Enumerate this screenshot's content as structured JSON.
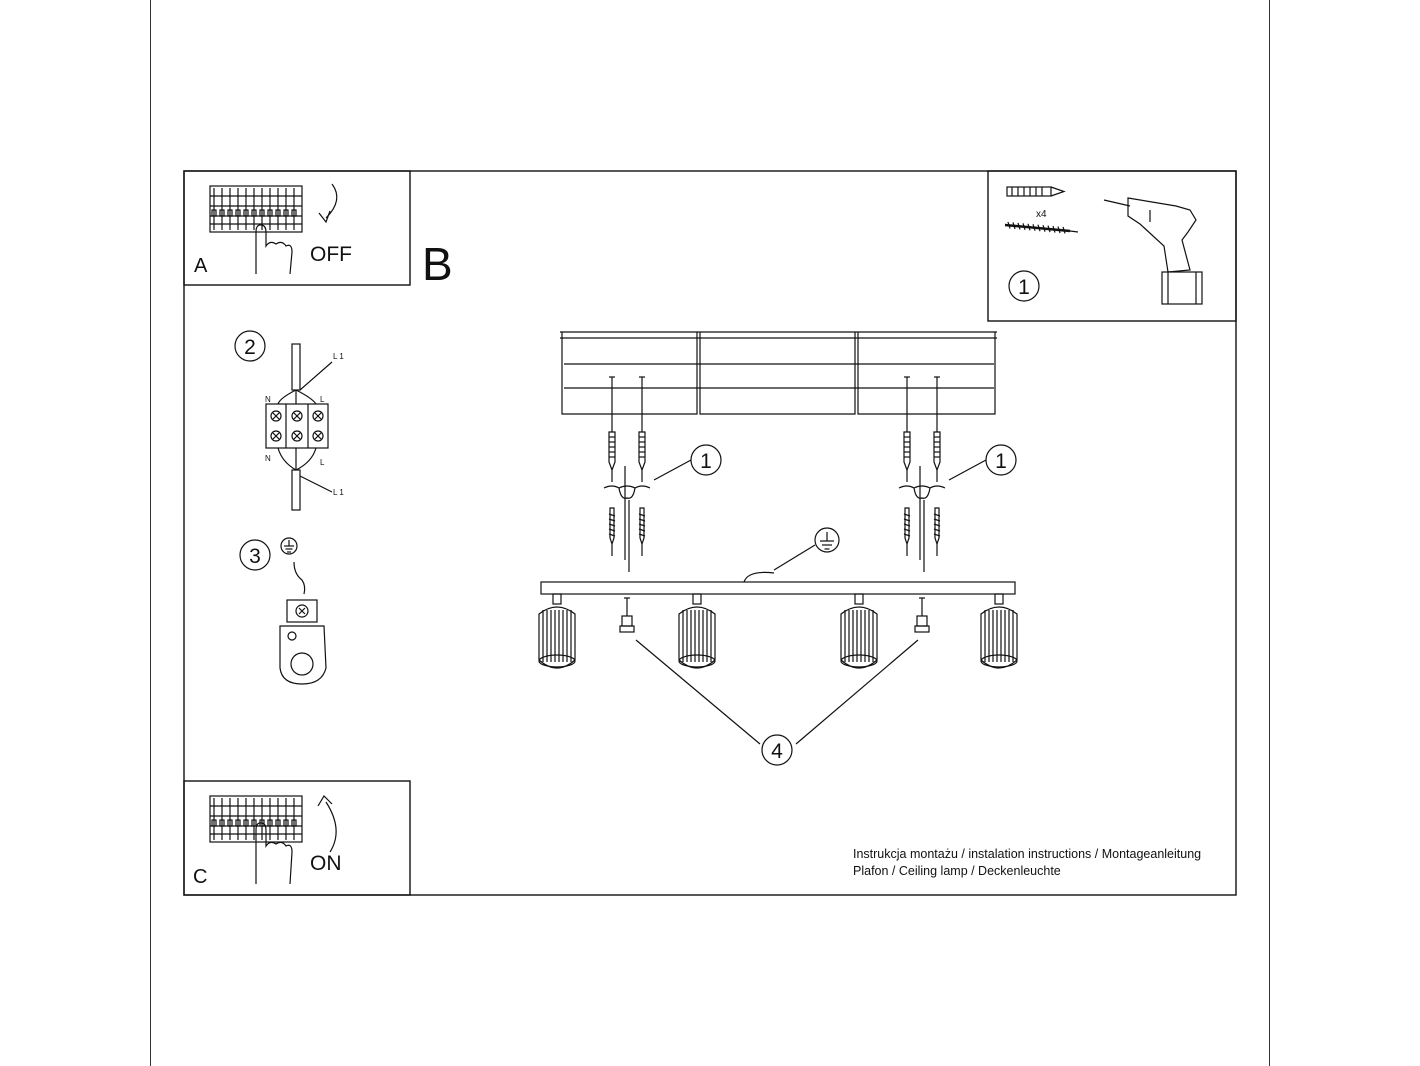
{
  "panels": {
    "a": {
      "letter": "A",
      "action": "OFF"
    },
    "b": {
      "letter": "B"
    },
    "c": {
      "letter": "C",
      "action": "ON"
    }
  },
  "tools": {
    "multiplier": "x4",
    "step": "1"
  },
  "wiring": {
    "step": "2",
    "labels": {
      "l1_top": "L 1",
      "l1_bottom": "L 1",
      "n_top": "N",
      "n_bottom": "N",
      "l_top": "L",
      "l_bottom": "L"
    }
  },
  "ground": {
    "step": "3"
  },
  "assembly": {
    "left_step": "1",
    "right_step": "1",
    "bottom_step": "4"
  },
  "caption": {
    "line1": "Instrukcja montażu / instalation instructions / Montageanleitung",
    "line2": "Plafon / Ceiling lamp / Deckenleuchte"
  },
  "colors": {
    "ink": "#111111",
    "background": "#ffffff"
  }
}
